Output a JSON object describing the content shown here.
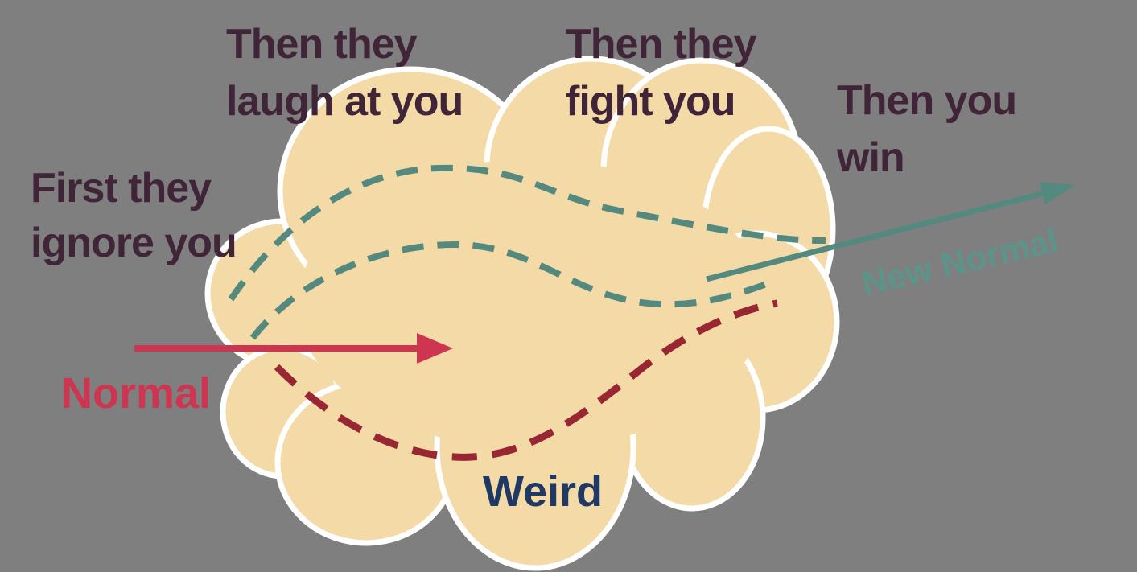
{
  "colors": {
    "bg": "#7f7f7f",
    "cloud": "#f3daa6",
    "cloud-outline": "#ffffff",
    "teal": "#54897f",
    "teal-text": "#5d948a",
    "crimson": "#cd3550",
    "dark-red": "#992733",
    "navy": "#1f3864",
    "plum": "#402539"
  },
  "stages": {
    "ignore": {
      "line1": "First they",
      "line2": "ignore you"
    },
    "laugh": {
      "line1": "Then they",
      "line2": "laugh at you"
    },
    "fight": {
      "line1": "Then they",
      "line2": "fight you"
    },
    "win": {
      "line1": "Then you",
      "line2": "win"
    }
  },
  "labels": {
    "normal": "Normal",
    "weird": "Weird",
    "new_normal": "New Normal"
  }
}
